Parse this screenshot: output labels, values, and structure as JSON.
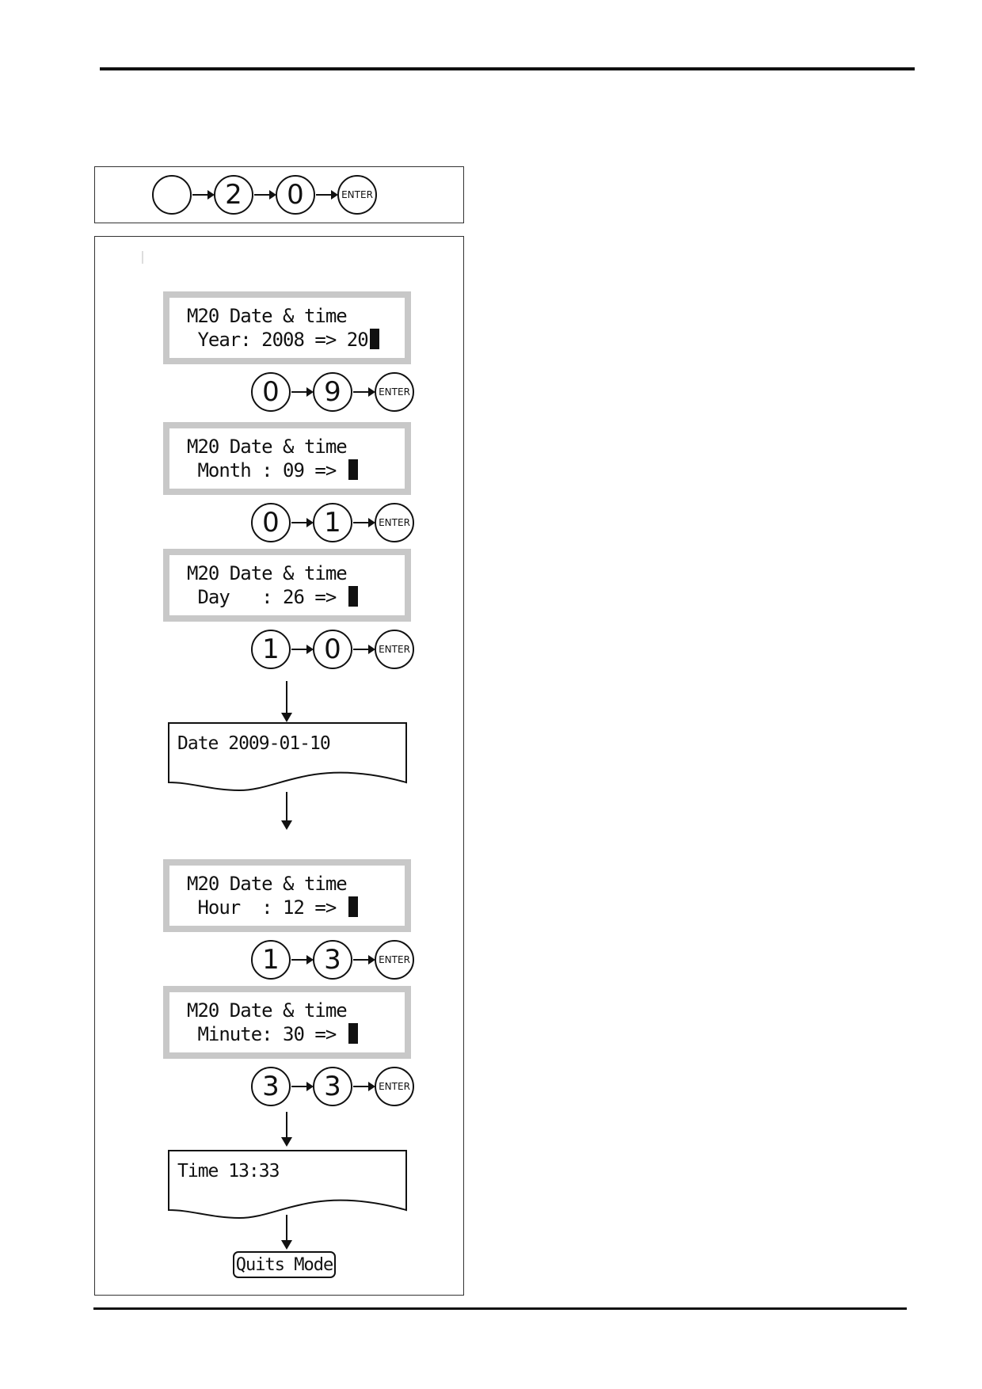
{
  "start_keys": {
    "k1": "",
    "k2": "2",
    "k3": "0",
    "enter": "ENTER"
  },
  "screens": [
    {
      "line1": "M20 Date & time",
      "line2": " Year: 2008 => 20"
    },
    {
      "line1": "M20 Date & time",
      "line2": " Month : 09 => "
    },
    {
      "line1": "M20 Date & time",
      "line2": " Day   : 26 => "
    },
    {
      "line1": "M20 Date & time",
      "line2": " Hour  : 12 => "
    },
    {
      "line1": "M20 Date & time",
      "line2": " Minute: 30 => "
    }
  ],
  "key_rows": [
    {
      "k1": "0",
      "k2": "9",
      "enter": "ENTER"
    },
    {
      "k1": "0",
      "k2": "1",
      "enter": "ENTER"
    },
    {
      "k1": "1",
      "k2": "0",
      "enter": "ENTER"
    },
    {
      "k1": "1",
      "k2": "3",
      "enter": "ENTER"
    },
    {
      "k1": "3",
      "k2": "3",
      "enter": "ENTER"
    }
  ],
  "receipts": [
    {
      "text": "Date 2009-01-10"
    },
    {
      "text": "Time 13:33"
    }
  ],
  "quit_label": "Quits Mode"
}
